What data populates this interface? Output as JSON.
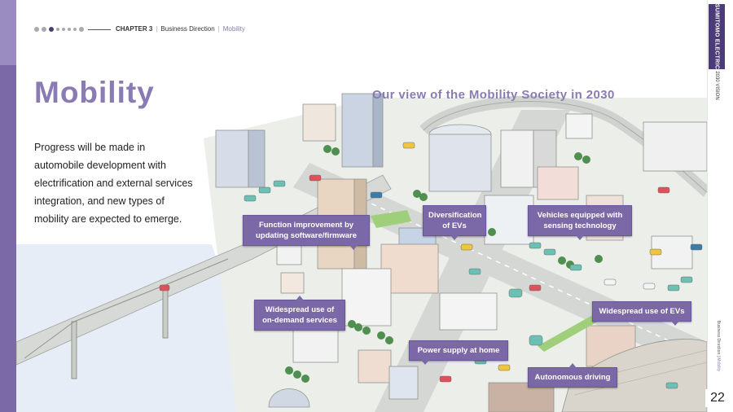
{
  "header": {
    "chapter": "CHAPTER 3",
    "section": "Business Direction",
    "page": "Mobility"
  },
  "title": "Mobility",
  "body_text": "Progress will be made in automobile development with electrification and external services integration, and new types of mobility are expected to emerge.",
  "illustration": {
    "title": "Our view of the Mobility Society in 2030",
    "labels": {
      "function_improvement": "Function improvement by updating software/firmware",
      "diversification": "Diversification of EVs",
      "sensing_vehicles": "Vehicles equipped with sensing technology",
      "on_demand": "Widespread use of on-demand services",
      "power_supply": "Power supply at home",
      "widespread_evs": "Widespread use of EVs",
      "autonomous": "Autonomous driving"
    }
  },
  "sidebar": {
    "brand": "SUMITOMO ELECTRIC",
    "vision": "2030 VISION",
    "crumb_section": "Business Direction",
    "crumb_page": "Mobility"
  },
  "page_number": "22",
  "colors": {
    "accent": "#8a7bb4",
    "label_bg": "#7b68a6",
    "brand": "#4b3c78"
  }
}
